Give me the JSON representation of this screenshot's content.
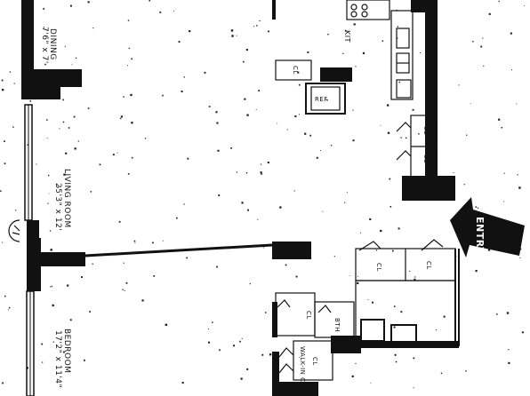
{
  "plan": {
    "rooms": {
      "dining": {
        "name": "DINING",
        "size": "7'6\" x 7'"
      },
      "living_room": {
        "name": "LIVING ROOM",
        "size": "25'3\" x 12'"
      },
      "bedroom": {
        "name": "BEDROOM",
        "size": "17'2\" x 11'4\""
      }
    },
    "fixtures": {
      "kitchen": "KIT",
      "refrigerator": "REF",
      "closet": "CL",
      "bath": "BTH",
      "walk_in_closet": "WALK-IN CL"
    },
    "entry": {
      "label": "ENTRY"
    }
  }
}
